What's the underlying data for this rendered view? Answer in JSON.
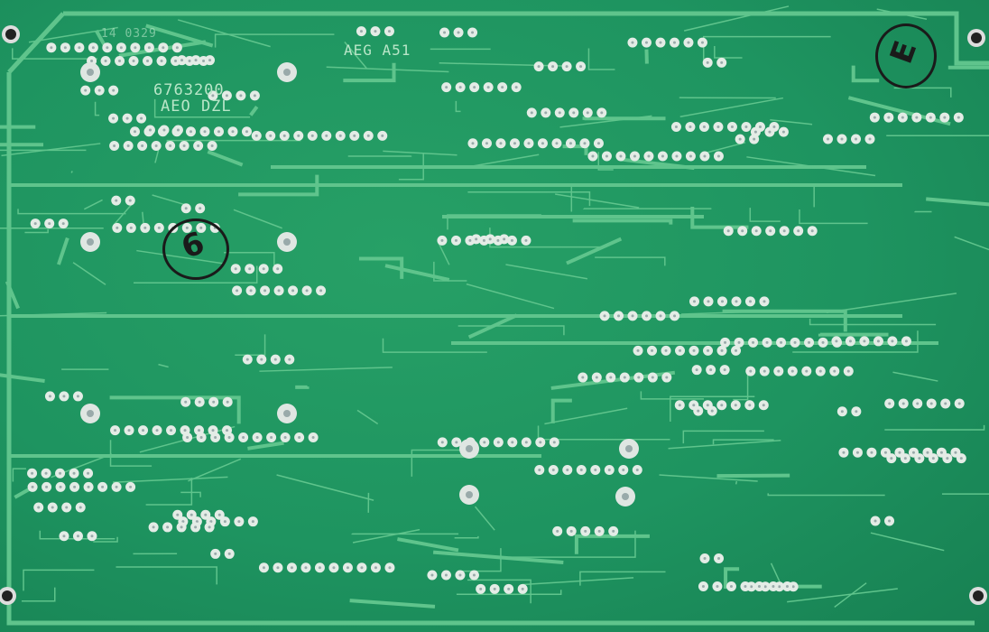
{
  "board": {
    "colors": {
      "substrate": "#1e9460",
      "trace": "#5fc48c",
      "pad": "#e4ece6",
      "hole": "#222222"
    },
    "silkscreen": {
      "date_code": "14 0329",
      "part_number": "6763200",
      "part_suffix": "AEO DZL",
      "board_name": "AEG A51"
    },
    "handwritten": {
      "mark_top_right": "E",
      "mark_left": "6"
    }
  }
}
